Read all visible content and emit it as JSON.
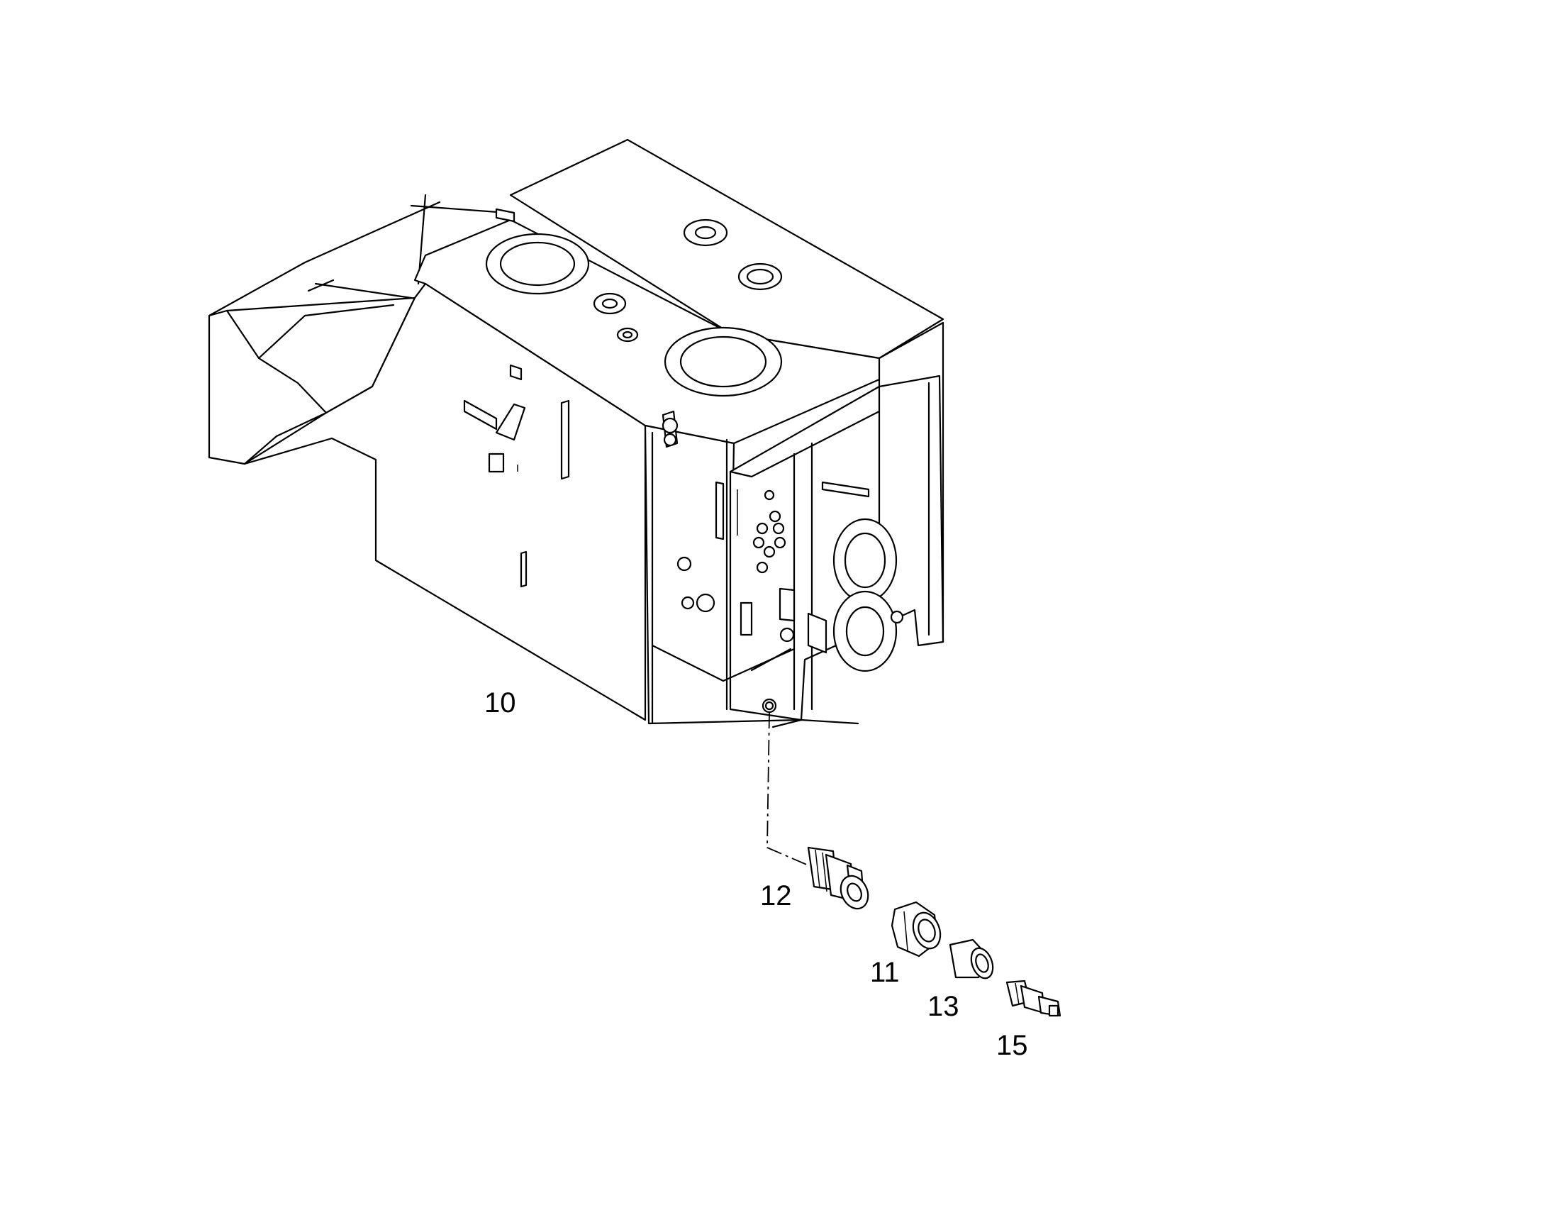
{
  "diagram": {
    "callouts": [
      {
        "id": "part-10",
        "label": "10"
      },
      {
        "id": "part-12",
        "label": "12"
      },
      {
        "id": "part-11",
        "label": "11"
      },
      {
        "id": "part-13",
        "label": "13"
      },
      {
        "id": "part-15",
        "label": "15"
      }
    ]
  }
}
